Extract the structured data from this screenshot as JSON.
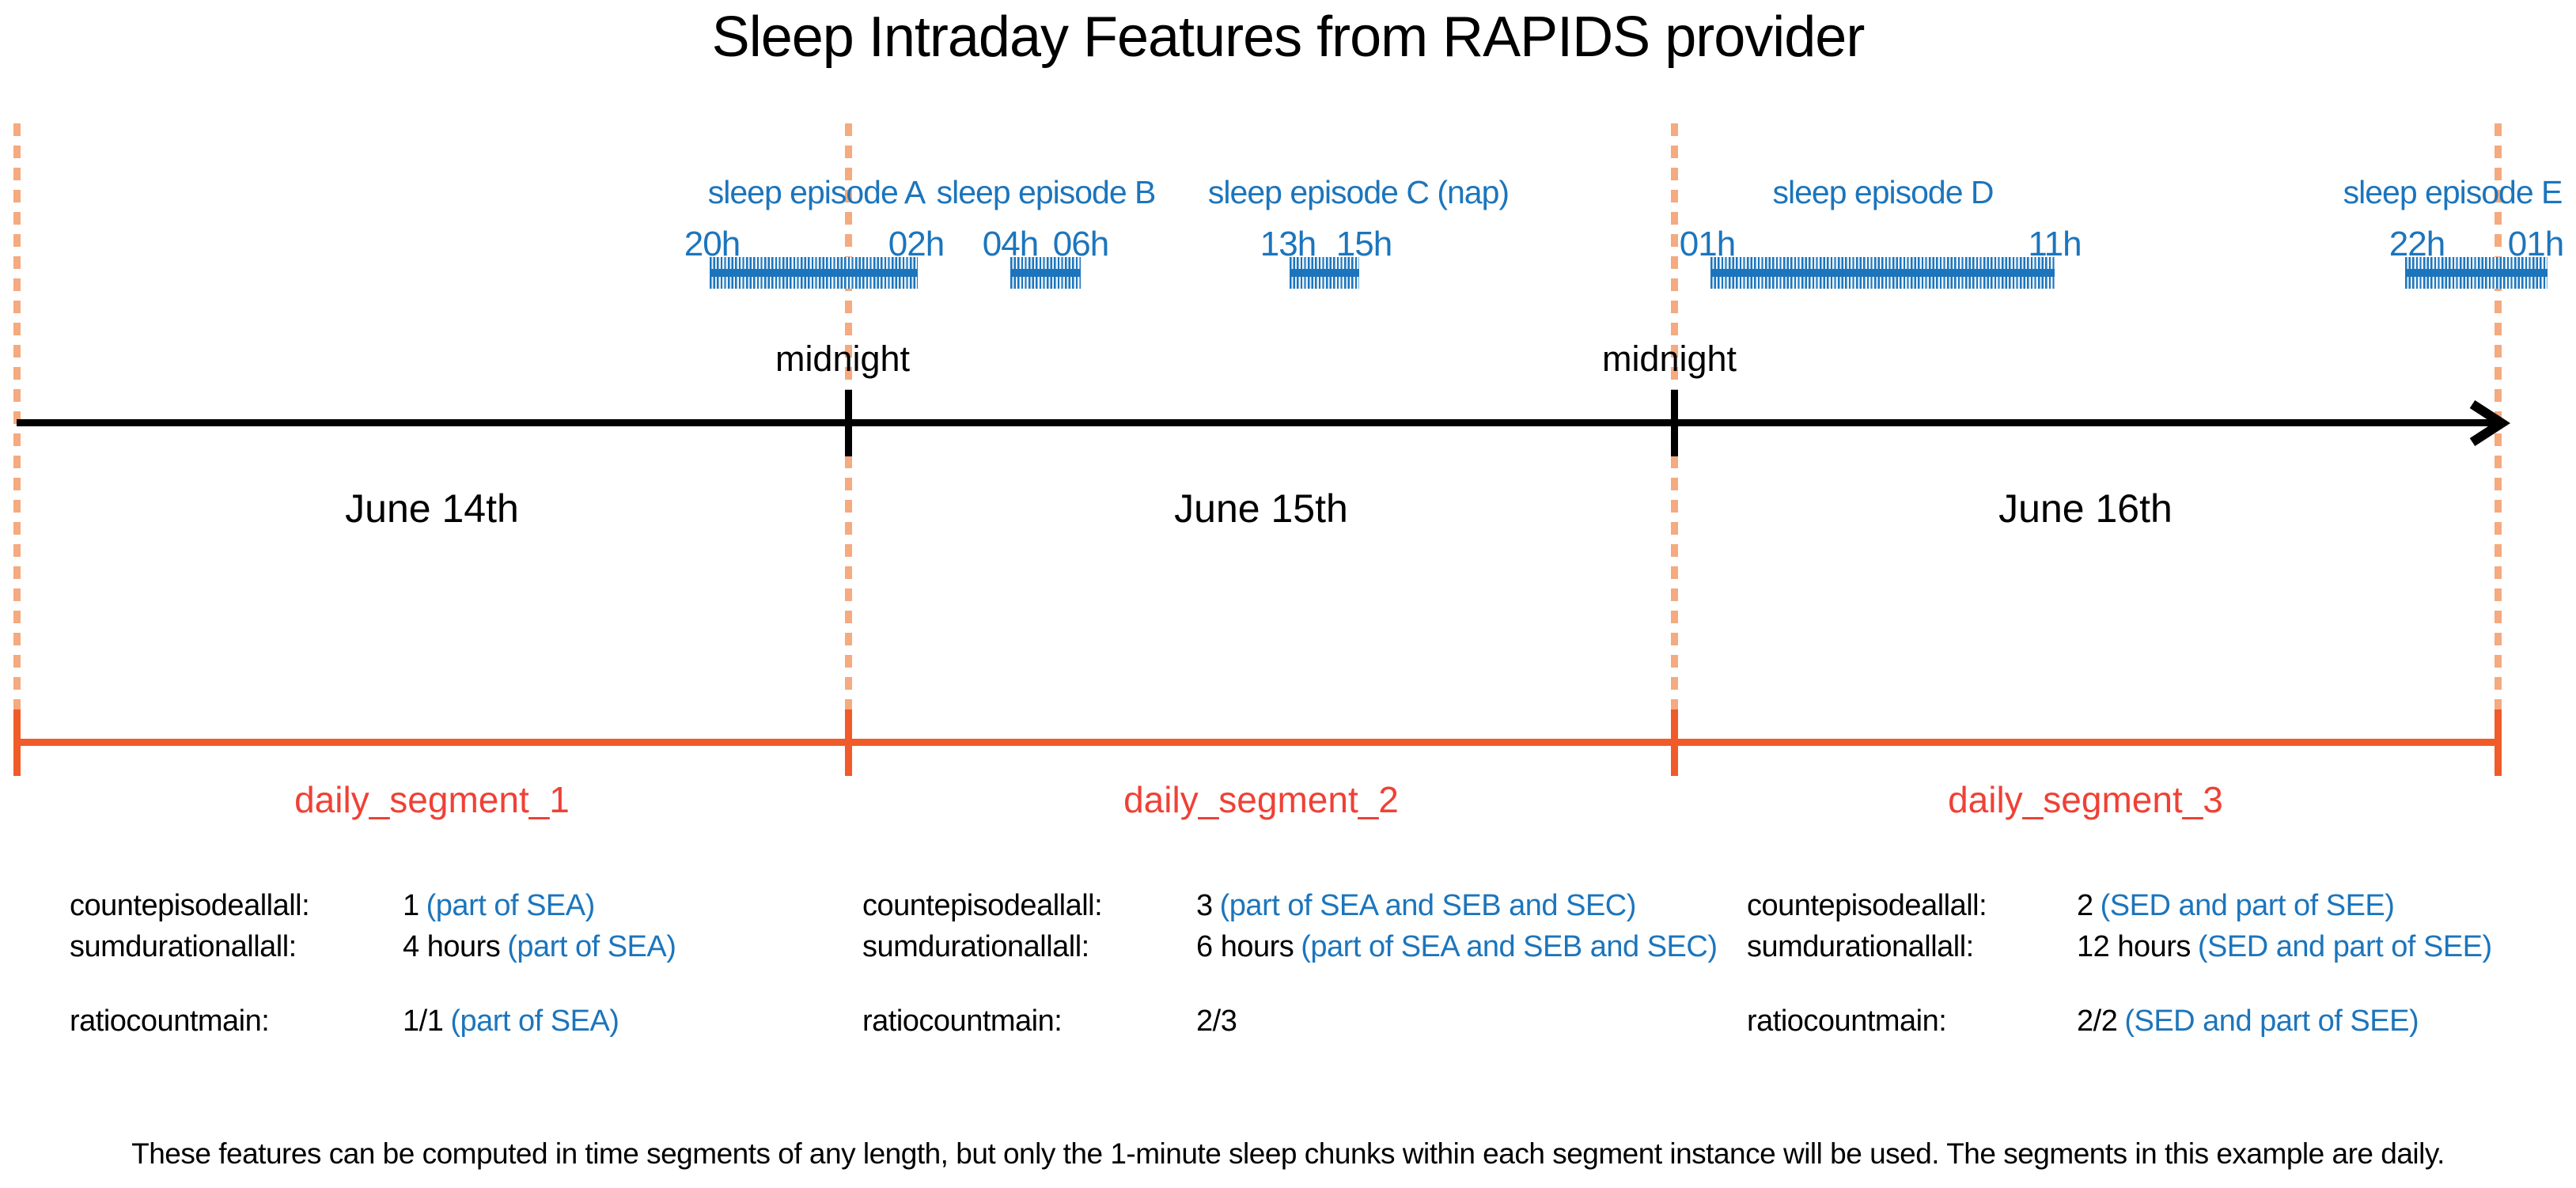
{
  "title": "Sleep Intraday Features from RAPIDS provider",
  "colors": {
    "episode_blue": "#1C75BC",
    "segment_orange": "#F15A29",
    "boundary_peach": "#F5AA7F",
    "segment_label_red": "#EF4136"
  },
  "timeline": {
    "days": [
      "June 14th",
      "June 15th",
      "June 16th"
    ],
    "midnight_1": "midnight",
    "midnight_2": "midnight"
  },
  "episodes": [
    {
      "name": "sleep episode A",
      "start": "20h",
      "end": "02h"
    },
    {
      "name": "sleep episode B",
      "start": "04h",
      "end": "06h"
    },
    {
      "name": "sleep episode C (nap)",
      "start": "13h",
      "end": "15h"
    },
    {
      "name": "sleep episode D",
      "start": "01h",
      "end": "11h"
    },
    {
      "name": "sleep episode E",
      "start": "22h",
      "end": "01h"
    }
  ],
  "segments": [
    {
      "name": "daily_segment_1",
      "features": [
        {
          "label": "countepisodeallall:",
          "value": "1",
          "note": "(part of SEA)"
        },
        {
          "label": "sumdurationallall:",
          "value": "4 hours",
          "note": "(part of SEA)"
        },
        {
          "label": "ratiocountmain:",
          "value": "1/1",
          "note": "(part of SEA)"
        }
      ]
    },
    {
      "name": "daily_segment_2",
      "features": [
        {
          "label": "countepisodeallall:",
          "value": "3",
          "note": "(part of SEA and SEB and SEC)"
        },
        {
          "label": "sumdurationallall:",
          "value": "6 hours",
          "note": "(part of SEA and SEB and SEC)"
        },
        {
          "label": "ratiocountmain:",
          "value": "2/3",
          "note": ""
        }
      ]
    },
    {
      "name": "daily_segment_3",
      "features": [
        {
          "label": "countepisodeallall:",
          "value": "2",
          "note": "(SED and part of SEE)"
        },
        {
          "label": "sumdurationallall:",
          "value": "12 hours",
          "note": "(SED and part of SEE)"
        },
        {
          "label": "ratiocountmain:",
          "value": "2/2",
          "note": "(SED and part of SEE)"
        }
      ]
    }
  ],
  "footnote": "These features can be computed in time segments of any length, but only the 1-minute sleep chunks within each segment instance will be used. The segments in this example are daily."
}
